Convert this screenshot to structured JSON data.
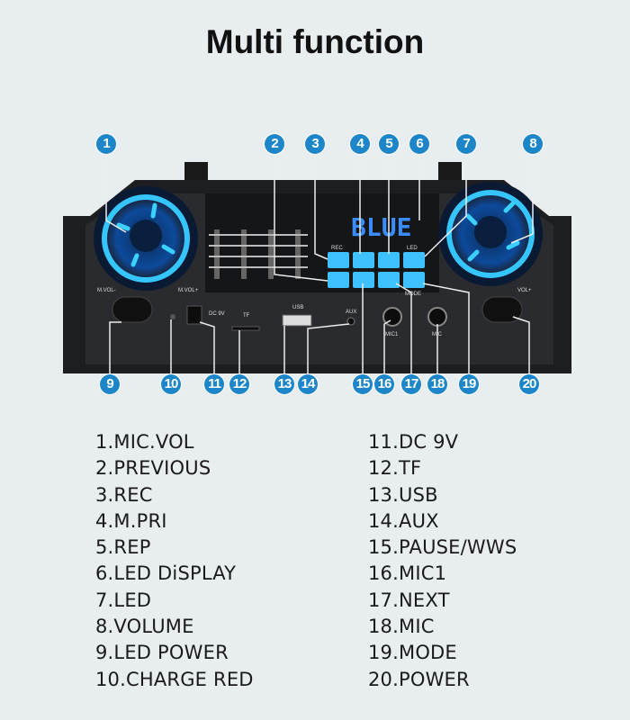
{
  "title": "Multi function",
  "panel": {
    "display_text": "BLUE",
    "labels": {
      "mic_vol": "M.VOL+",
      "mic_vol_minus": "M.VOL-",
      "vol": "VOL+",
      "rec": "REC",
      "led": "LED",
      "mode": "MODE",
      "dc": "DC 9V",
      "tf": "TF",
      "usb": "USB",
      "aux": "AUX",
      "mic1": "MIC1",
      "mic": "MIC"
    }
  },
  "markers_top": [
    "1",
    "2",
    "3",
    "4",
    "5",
    "6",
    "7",
    "8"
  ],
  "markers_bottom": [
    "9",
    "10",
    "11",
    "12",
    "13",
    "14",
    "15",
    "16",
    "17",
    "18",
    "19",
    "20"
  ],
  "legend_left": [
    "1.MIC.VOL",
    "2.PREVIOUS",
    "3.REC",
    "4.M.PRI",
    "5.REP",
    "6.LED DiSPLAY",
    "7.LED",
    "8.VOLUME",
    "9.LED POWER",
    "10.CHARGE RED"
  ],
  "legend_right": [
    "11.DC 9V",
    "12.TF",
    "13.USB",
    "14.AUX",
    "15.PAUSE/WWS",
    "16.MIC1",
    "17.NEXT",
    "18.MIC",
    "19.MODE",
    "20.POWER"
  ],
  "colors": {
    "marker": "#1d86c8",
    "glow": "#2fb6ff",
    "panel": "#1e1f22"
  }
}
